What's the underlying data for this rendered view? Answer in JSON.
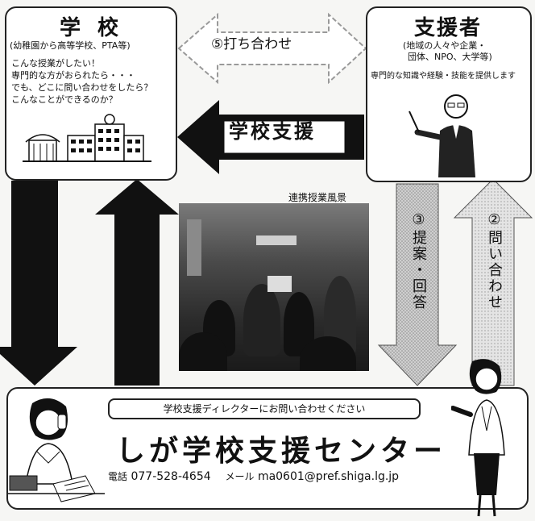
{
  "school": {
    "title": "学 校",
    "subtitle": "(幼稚園から高等学校、PTA等)",
    "lines": [
      "こんな授業がしたい！",
      "専門的な方がおられたら・・・",
      "でも、どこに問い合わせをしたら？",
      "こんなことができるのか？"
    ]
  },
  "supporter": {
    "title": "支援者",
    "subtitle_lines": [
      "(地域の人々や企業・",
      "団体、NPO、大学等)"
    ],
    "description": "専門的な知識や経験・技能を提供します"
  },
  "arrows": {
    "meeting": "⑤打ち合わせ",
    "school_support": "学校支援",
    "proposal": "③提案・回答",
    "inquiry": "②問い合わせ"
  },
  "photo_caption": "連携授業風景",
  "center": {
    "inquiry_text": "学校支援ディレクターにお問い合わせください",
    "name": "しが学校支援センター",
    "phone_label": "電話",
    "phone": "077-528-4654",
    "mail_label": "メール",
    "email": "ma0601@pref.shiga.lg.jp"
  }
}
